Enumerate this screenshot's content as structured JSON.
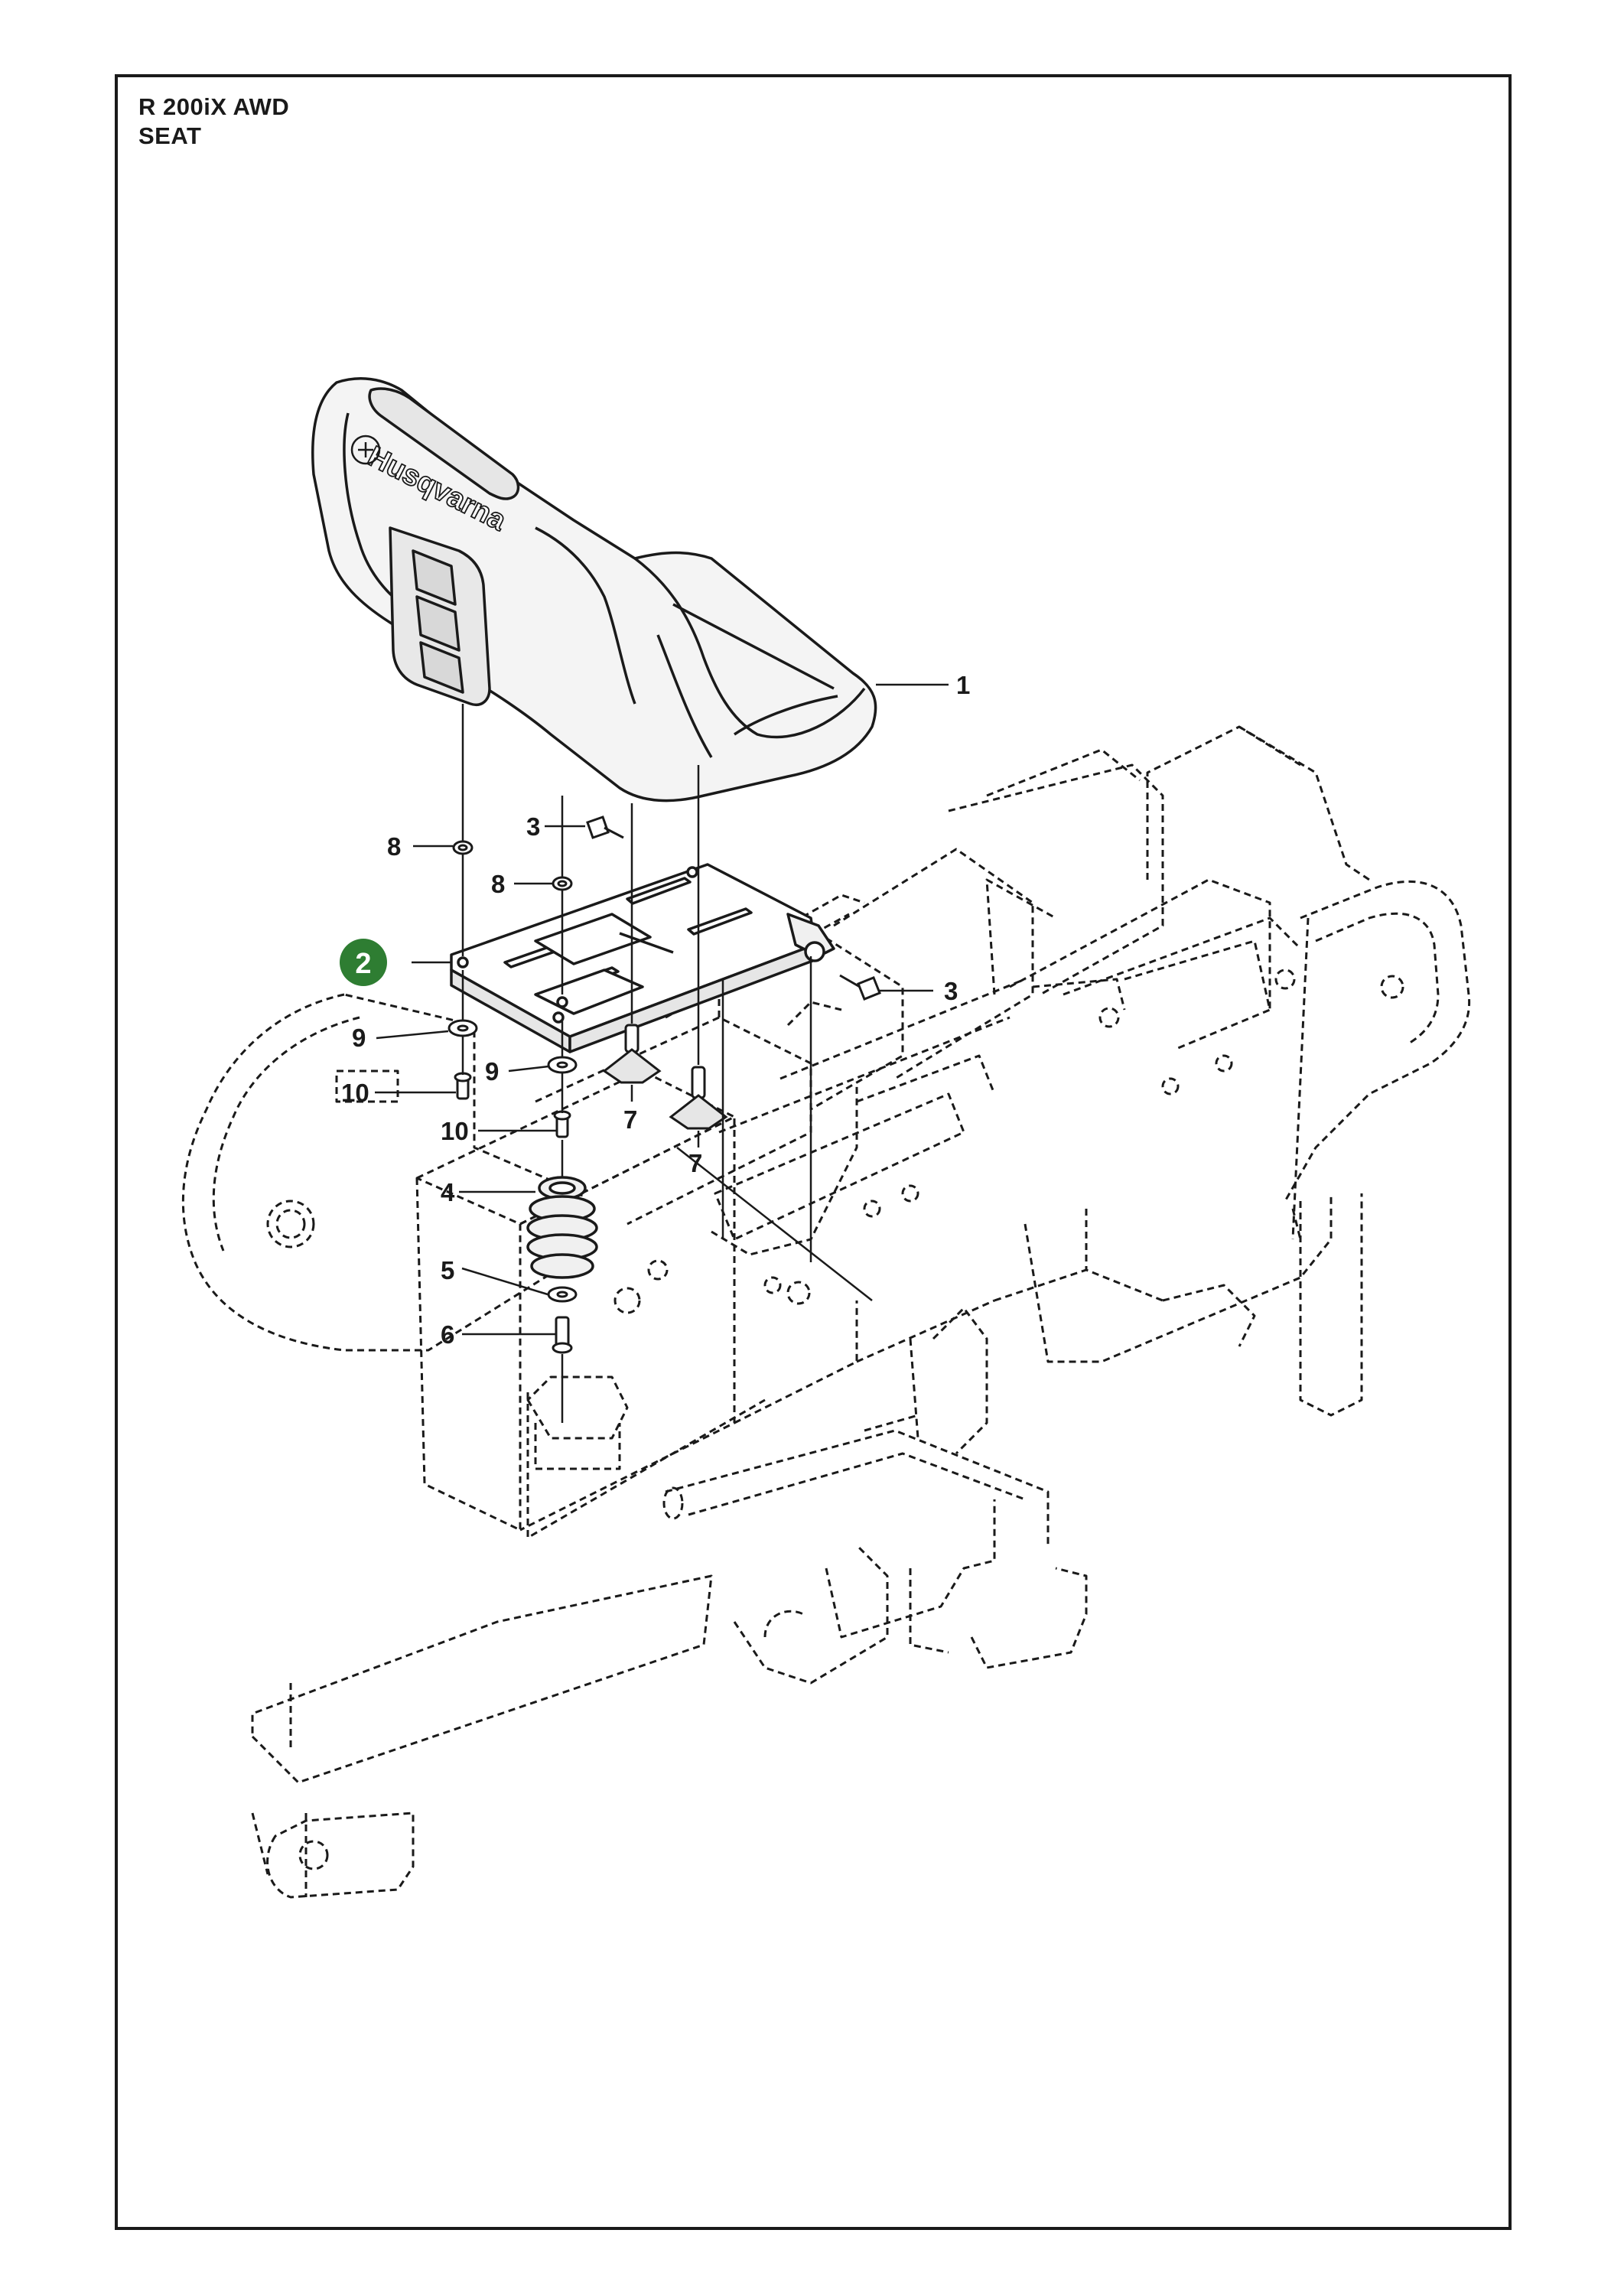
{
  "header": {
    "model": "R 200iX AWD",
    "section": "SEAT"
  },
  "seat": {
    "brand_text": "Husqvarna"
  },
  "callouts": [
    {
      "id": "c1",
      "label": "1"
    },
    {
      "id": "c2",
      "label": "2",
      "highlighted": true
    },
    {
      "id": "c3a",
      "label": "3"
    },
    {
      "id": "c3b",
      "label": "3"
    },
    {
      "id": "c4",
      "label": "4"
    },
    {
      "id": "c5",
      "label": "5"
    },
    {
      "id": "c6",
      "label": "6"
    },
    {
      "id": "c7a",
      "label": "7"
    },
    {
      "id": "c7b",
      "label": "7"
    },
    {
      "id": "c8a",
      "label": "8"
    },
    {
      "id": "c8b",
      "label": "8"
    },
    {
      "id": "c9a",
      "label": "9"
    },
    {
      "id": "c9b",
      "label": "9"
    },
    {
      "id": "c10a",
      "label": "10"
    },
    {
      "id": "c10b",
      "label": "10"
    }
  ],
  "colors": {
    "line": "#1a1a1a",
    "highlight": "#2e7d32",
    "seat_fill": "#f4f4f4"
  }
}
